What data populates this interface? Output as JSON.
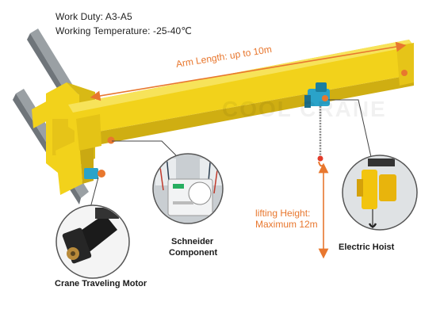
{
  "specs": {
    "work_duty": "Work Duty: A3-A5",
    "working_temperature": "Working Temperature: -25-40℃"
  },
  "dimensions": {
    "arm_length": "Arm Length: up to 10m",
    "lifting_height_line1": "lifting Height:",
    "lifting_height_line2": "Maximum 12m"
  },
  "components": {
    "schneider_line1": "Schneider",
    "schneider_line2": "Component",
    "electric_hoist": "Electric Hoist",
    "traveling_motor": "Crane Traveling Motor"
  },
  "watermark": "COOL CRANE",
  "colors": {
    "crane_yellow": "#f2d21b",
    "accent_orange": "#e8772e",
    "trolley_blue": "#2aa3c9",
    "rail_gray": "#8a8f93"
  }
}
